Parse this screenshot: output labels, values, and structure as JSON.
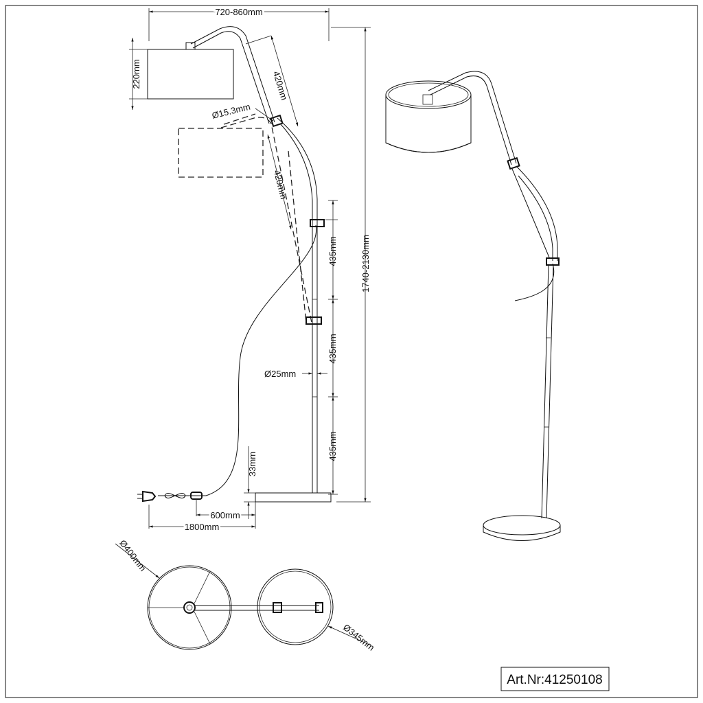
{
  "dimensions": {
    "width_range": "720-860mm",
    "shade_height": "220mm",
    "arm_length_upper": "420mm",
    "arm_diameter": "Ø15.3mm",
    "arm_length_lower": "420mm",
    "total_height_range": "1740-2130mm",
    "segment_1": "435mm",
    "segment_2": "435mm",
    "segment_3": "435mm",
    "pole_diameter": "Ø25mm",
    "base_height": "33mm",
    "switch_distance": "600mm",
    "cable_length": "1800mm",
    "shade_diameter": "Ø400mm",
    "base_diameter": "Ø345mm"
  },
  "article_number": "Art.Nr:41250108"
}
